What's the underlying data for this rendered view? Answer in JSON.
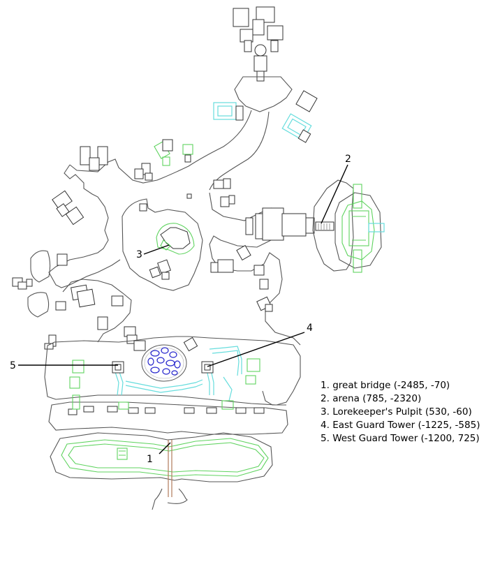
{
  "map": {
    "callouts": [
      {
        "number": "1"
      },
      {
        "number": "2"
      },
      {
        "number": "3"
      },
      {
        "number": "4"
      },
      {
        "number": "5"
      }
    ],
    "legend": [
      {
        "number": "1.",
        "label": "great bridge (-2485, -70)"
      },
      {
        "number": "2.",
        "label": "arena (785, -2320)"
      },
      {
        "number": "3.",
        "label": "Lorekeeper's Pulpit (530, -60)"
      },
      {
        "number": "4.",
        "label": "East Guard Tower (-1225, -585)"
      },
      {
        "number": "5.",
        "label": "West Guard Tower (-1200, 725)"
      }
    ],
    "colors": {
      "wall": "#555555",
      "green_feature": "#5fd35f",
      "cyan_feature": "#66dddd",
      "blue_feature": "#2222cc",
      "bridge": "#b07a5a",
      "leader_line": "#000000"
    }
  }
}
